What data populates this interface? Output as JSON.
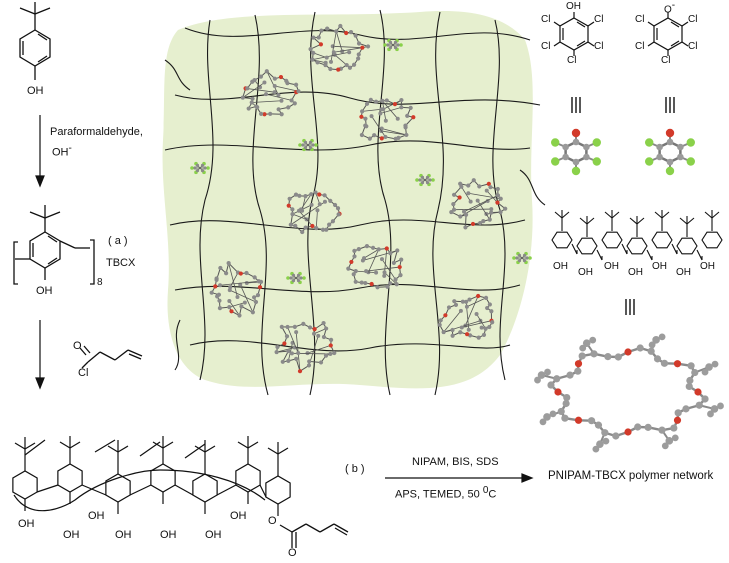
{
  "labels": {
    "reagent_1": "Paraformaldehyde,",
    "reagent_2": "OH",
    "reagent_2_sup": "-",
    "oh_top": "OH",
    "oh_ring": "OH",
    "subscript_8": "8",
    "step_a": "( a )",
    "tbcx": "TBCX",
    "acyl_o": "O",
    "acyl_cl": "Cl",
    "step_b": "( b )",
    "conditions_1": "NIPAM, BIS, SDS",
    "conditions_2_pre": "APS, TEMED, 50 ",
    "conditions_2_sup": "0",
    "conditions_2_post": "C",
    "product_title": "PNIPAM-TBCX polymer network",
    "phenol_oh": "OH",
    "phenolate_o": "O",
    "phenolate_charge": "-",
    "cl": "Cl",
    "oh_bottom": [
      "OH",
      "OH",
      "OH",
      "OH",
      "OH",
      "OH"
    ],
    "oh_side": "OH",
    "ester_o": "O",
    "ester_carbonyl_o": "O",
    "calix_oh": [
      "OH",
      "OH",
      "OH",
      "OH",
      "OH",
      "OH",
      "OH"
    ]
  },
  "colors": {
    "gel_fill": "#e6efcf",
    "chain": "#1a1a1a",
    "atom_c": "#8a8a8a",
    "atom_o": "#d23a2a",
    "atom_cl": "#8ad14a",
    "bond": "#555555"
  }
}
